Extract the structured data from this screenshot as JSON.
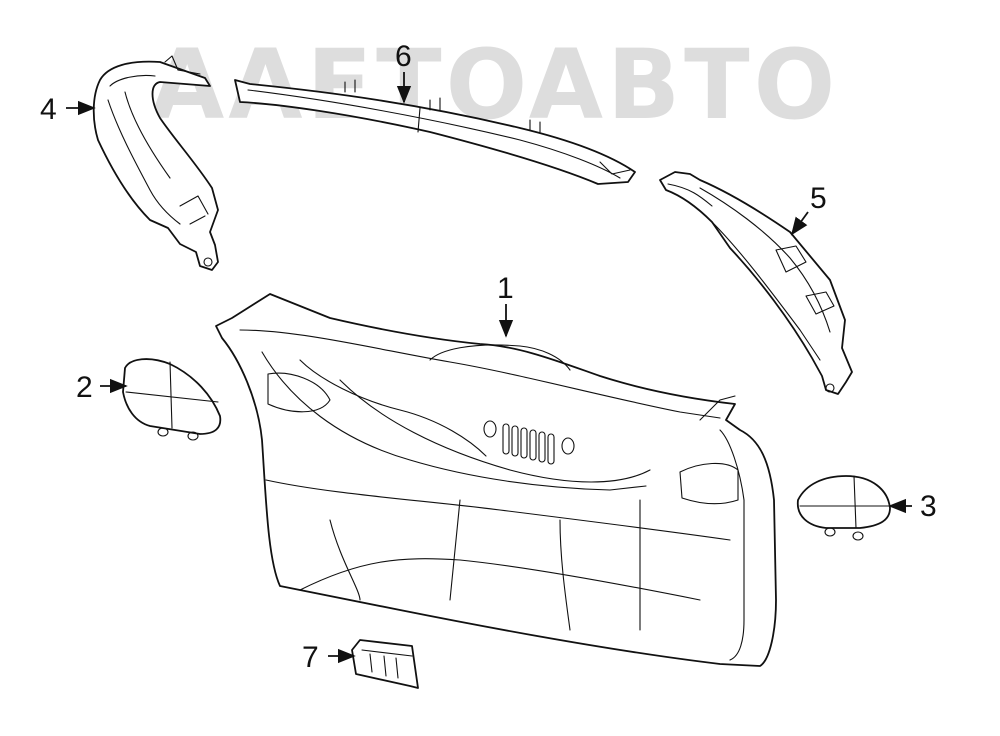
{
  "watermark": {
    "text": "AAETOABTO",
    "color": "#d2d2d2"
  },
  "callouts": [
    {
      "id": "1",
      "label": "1"
    },
    {
      "id": "2",
      "label": "2"
    },
    {
      "id": "3",
      "label": "3"
    },
    {
      "id": "4",
      "label": "4"
    },
    {
      "id": "5",
      "label": "5"
    },
    {
      "id": "6",
      "label": "6"
    },
    {
      "id": "7",
      "label": "7"
    }
  ],
  "colors": {
    "line": "#111111",
    "background": "#ffffff"
  }
}
